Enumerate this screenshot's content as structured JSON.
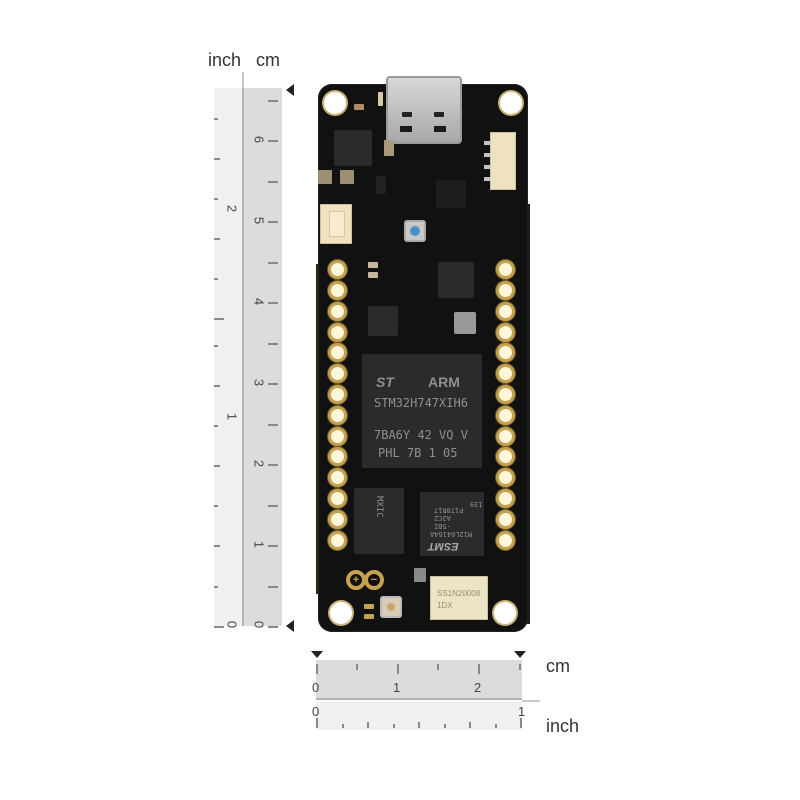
{
  "vertical_ruler": {
    "unit_labels": {
      "inch": "inch",
      "cm": "cm"
    },
    "inch_ticks": [
      "0",
      "1",
      "2"
    ],
    "cm_ticks": [
      "0",
      "1",
      "2",
      "3",
      "4",
      "5",
      "6"
    ]
  },
  "horizontal_ruler": {
    "unit_labels": {
      "cm": "cm",
      "inch": "inch"
    },
    "cm_ticks": [
      "0",
      "1",
      "2"
    ],
    "inch_ticks": [
      "0",
      "1"
    ]
  },
  "board": {
    "mcu": {
      "brand_left": "ST",
      "brand_right": "ARM",
      "part_number": "STM32H747XIH6",
      "line2": "7BA6Y 42 VQ V",
      "line3": "PHL 7B 1 05"
    },
    "sdram": {
      "brand": "ESMT",
      "line1": "M12L64164A",
      "line2": "-5BI",
      "line3": "A2C2",
      "line4": "P178R17",
      "line5": "139"
    },
    "flash": {
      "brand": "MXIC"
    },
    "module": {
      "line1": "SS1N20008",
      "line2": "1DX"
    },
    "colors": {
      "pcb": "#111111",
      "gold": "#c4a24e",
      "button": "#4a90c8",
      "connector": "#efe2c0"
    }
  }
}
